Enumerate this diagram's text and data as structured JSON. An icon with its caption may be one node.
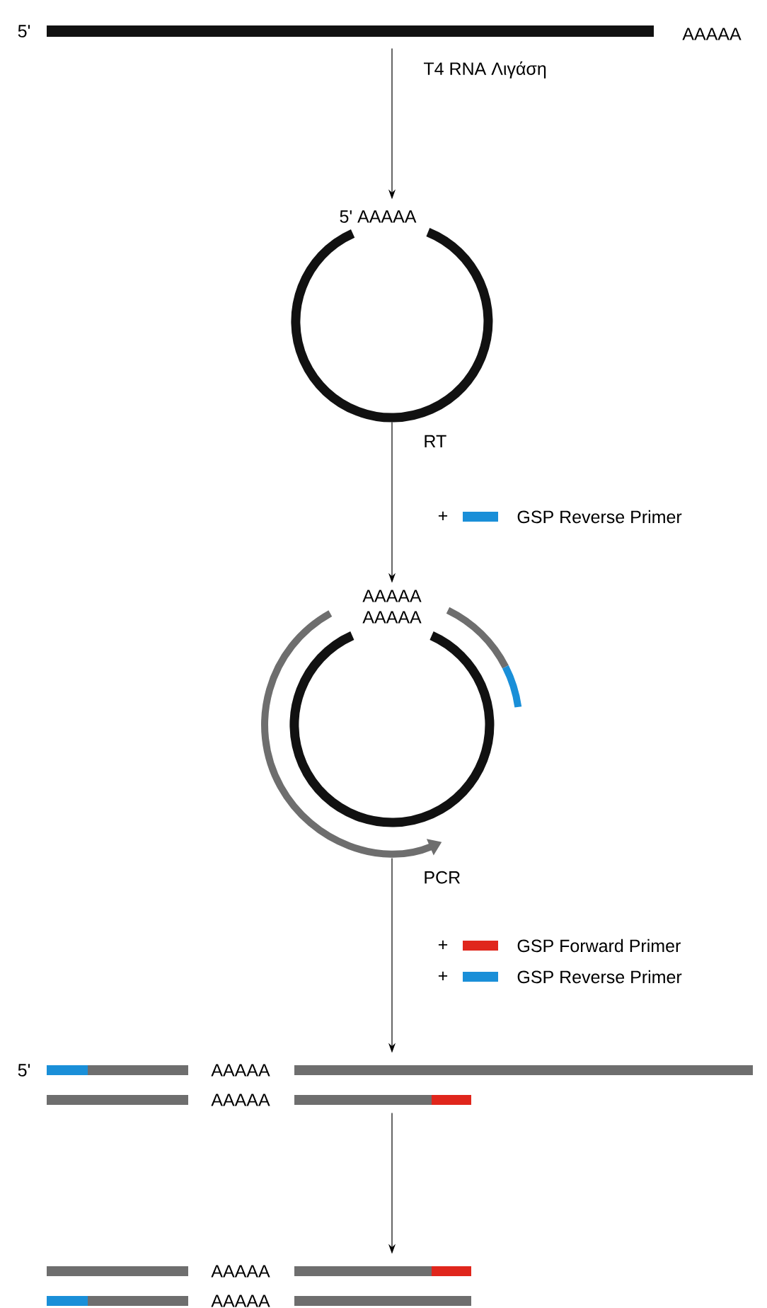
{
  "diagram": {
    "nodes": [
      {
        "text": [
          "5'",
          "AAAAA"
        ]
      },
      {
        "text": [
          "5' AAAAA"
        ]
      },
      {
        "text": [
          "AAAAA",
          "AAAAA"
        ]
      },
      {
        "text": [
          "5'",
          "AAAAA",
          "AAAAA"
        ]
      },
      {
        "text": [
          "AAAAA",
          "AAAAA"
        ]
      }
    ],
    "edges": [
      {
        "from": 0,
        "to": 1,
        "arrow": "to",
        "label": "T4 RNA Λιγάση"
      },
      {
        "from": 1,
        "to": 2,
        "arrow": "to",
        "label": "RT"
      },
      {
        "from": 2,
        "to": 3,
        "arrow": "to",
        "label": "PCR"
      },
      {
        "from": 3,
        "to": 4,
        "arrow": "to"
      }
    ],
    "labels": [
      "+",
      "+",
      "+"
    ],
    "legend": [
      {
        "text": "GSP Reverse Primer",
        "color": "#1a8fd8"
      },
      {
        "text": "GSP Forward Primer",
        "color": "#e0261c"
      },
      {
        "text": "GSP Reverse Primer",
        "color": "#1a8fd8"
      }
    ]
  }
}
